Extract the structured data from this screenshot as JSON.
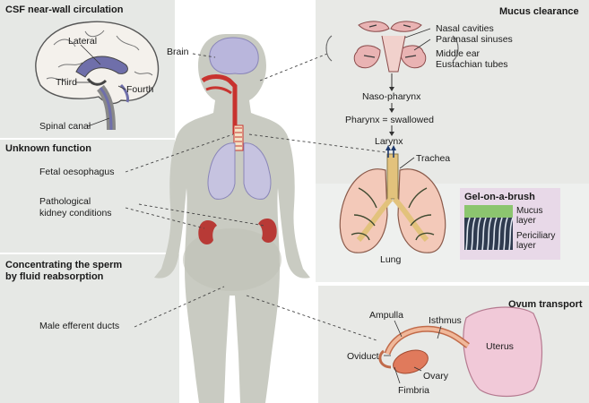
{
  "sections": {
    "csf": {
      "title": "CSF near-wall circulation",
      "lateral": "Lateral",
      "third": "Third",
      "fourth": "Fourth",
      "spinal_canal": "Spinal canal"
    },
    "unknown": {
      "title": "Unknown function",
      "fetal_oesophagus": "Fetal oesophagus",
      "kidney_line1": "Pathological",
      "kidney_line2": "kidney conditions"
    },
    "sperm": {
      "title_line1": "Concentrating the sperm",
      "title_line2": "by fluid reabsorption",
      "male_ducts": "Male efferent ducts"
    },
    "mucus": {
      "title": "Mucus clearance",
      "nasal": "Nasal cavities",
      "paranasal": "Paranasal sinuses",
      "middle_ear": "Middle ear",
      "eustachian": "Eustachian tubes",
      "naso_pharynx": "Naso-pharynx",
      "pharynx": "Pharynx = swallowed",
      "larynx": "Larynx",
      "trachea": "Trachea",
      "lung": "Lung"
    },
    "gel": {
      "title": "Gel-on-a-brush",
      "mucus_line1": "Mucus",
      "mucus_line2": "layer",
      "peri_line1": "Periciliary",
      "peri_line2": "layer"
    },
    "ovum": {
      "title": "Ovum transport",
      "ampulla": "Ampulla",
      "isthmus": "Isthmus",
      "uterus": "Uterus",
      "oviduct": "Oviduct",
      "ovary": "Ovary",
      "fimbria": "Fimbria"
    },
    "body": {
      "brain": "Brain"
    }
  },
  "colors": {
    "panel_bg": "#e6e8e5",
    "body_fill": "#c9cbc2",
    "brain_fill": "#b9b6dc",
    "airway_red": "#c8332f",
    "lung_pink": "#f3c9b9",
    "kidney_red": "#b83a36",
    "gel_bg": "#e8d9e8",
    "mucus_green": "#8cc56f"
  }
}
